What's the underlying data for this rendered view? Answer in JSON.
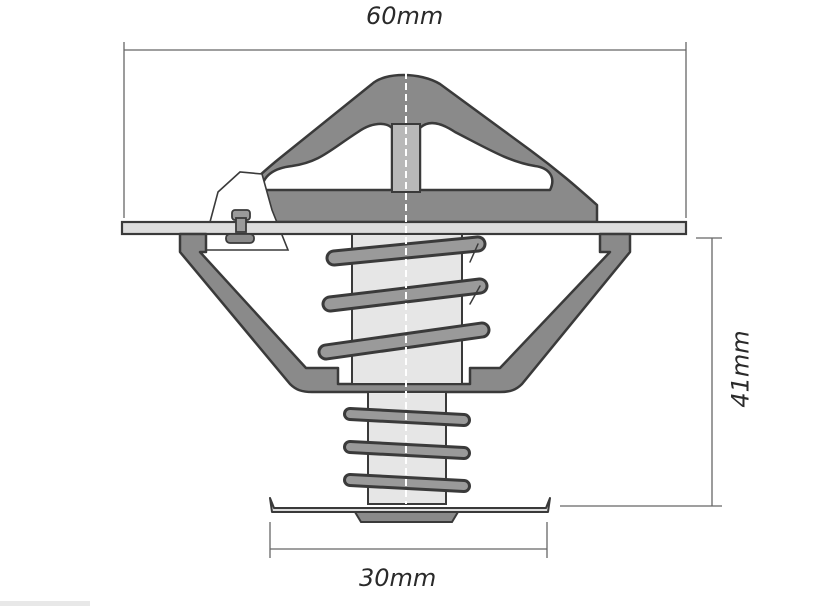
{
  "dimensions": {
    "width": "60mm",
    "height": "41mm",
    "base": "30mm"
  },
  "colors": {
    "outline": "#3a3a3a",
    "body_fill": "#8a8a8a",
    "spring_fill": "#9a9a9a",
    "piston_fill": "#e6e6e6",
    "flange_fill": "#dcdcdc",
    "dimension_line": "#666666"
  }
}
